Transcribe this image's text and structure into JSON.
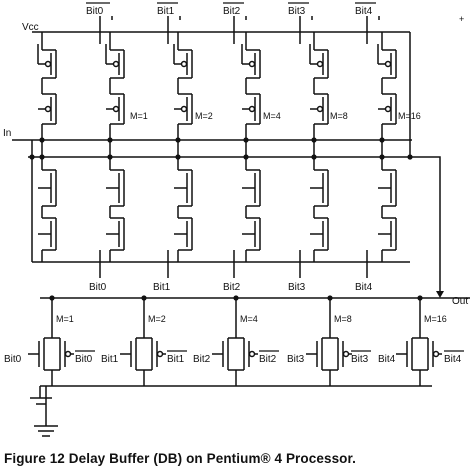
{
  "labels": {
    "vcc": "Vcc",
    "input": "In",
    "output": "Out"
  },
  "top_bits": [
    "Bit0",
    "Bit1",
    "Bit2",
    "Bit3",
    "Bit4"
  ],
  "bottom_bits": [
    "Bit0",
    "Bit1",
    "Bit2",
    "Bit3",
    "Bit4"
  ],
  "top_sizes": [
    "M=1",
    "M=2",
    "M=4",
    "M=8",
    "M=16"
  ],
  "load_cells": [
    {
      "size": "M=1",
      "gate": "Bit0",
      "gate_bar": "Bit0"
    },
    {
      "size": "M=2",
      "gate": "Bit1",
      "gate_bar": "Bit1"
    },
    {
      "size": "M=4",
      "gate": "Bit2",
      "gate_bar": "Bit2"
    },
    {
      "size": "M=8",
      "gate": "Bit3",
      "gate_bar": "Bit3"
    },
    {
      "size": "M=16",
      "gate": "Bit4",
      "gate_bar": "Bit4"
    }
  ],
  "caption": "Figure 12  Delay Buffer (DB) on Pentium® 4 Processor."
}
